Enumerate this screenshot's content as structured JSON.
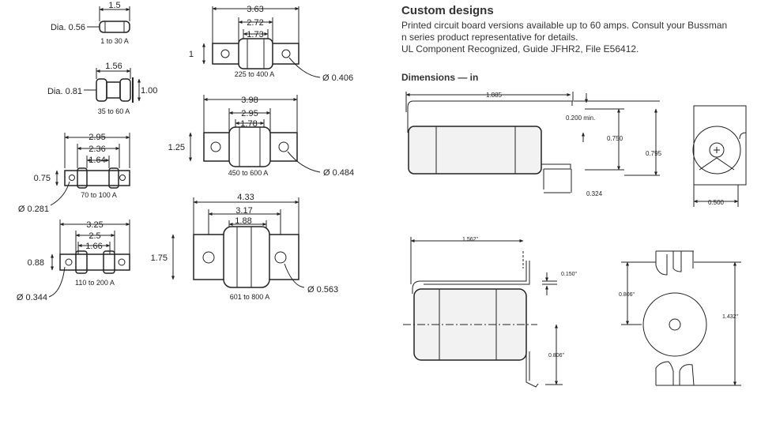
{
  "section_title": "Custom designs",
  "description_lines": [
    "Printed circuit board versions available up to 60 amps. Consult your Bussman",
    "n series product representative for details.",
    "UL Component Recognized, Guide JFHR2, File E56412."
  ],
  "dimensions_title": "Dimensions — in",
  "left_drawings": {
    "d1": {
      "len": "1.5",
      "dia": "Dia. 0.56",
      "range": "1 to 30 A"
    },
    "d2": {
      "len": "1.56",
      "dia": "Dia. 0.81",
      "h": "1.00",
      "range": "35 to 60 A"
    },
    "d3": {
      "a": "2.95",
      "b": "2.36",
      "c": "1.64",
      "h": "0.75",
      "hole": "Ø 0.281",
      "range": "70 to 100 A"
    },
    "d4": {
      "a": "3.25",
      "b": "2.5",
      "c": "1.66",
      "h": "0.88",
      "hole": "Ø 0.344",
      "range": "110 to 200 A"
    },
    "d5": {
      "a": "3.63",
      "b": "2.72",
      "c": "1.73",
      "h": "1",
      "hole": "Ø 0.406",
      "range": "225 to 400 A"
    },
    "d6": {
      "a": "3.98",
      "b": "2.95",
      "c": "1.78",
      "h": "1.25",
      "hole": "Ø 0.484",
      "range": "450 to 600 A"
    },
    "d7": {
      "a": "4.33",
      "b": "3.17",
      "c": "1.88",
      "h": "1.75",
      "hole": "Ø 0.563",
      "range": "601 to 800 A"
    }
  },
  "pcb_drawings": {
    "top_len": "1.885",
    "top_min": "0.200 min.",
    "top_h1": "0.750",
    "top_h2": "0.795",
    "top_lead": "0.324",
    "top_w": "0.500",
    "bot_len": "1.562\"",
    "bot_tab": "0.150\"",
    "bot_h": "0.806\"",
    "bot_side_h": "0.806\"",
    "bot_side_total": "1.432\""
  }
}
